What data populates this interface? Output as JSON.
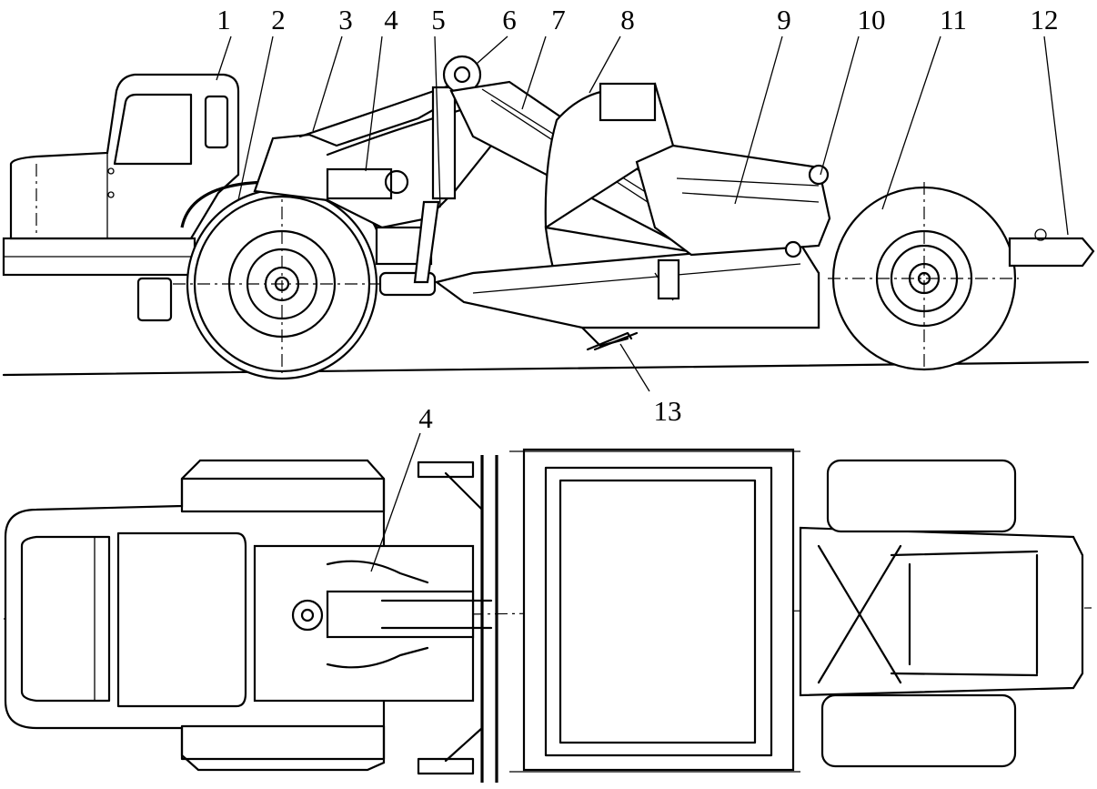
{
  "figure": {
    "callouts": {
      "side": [
        "1",
        "2",
        "3",
        "4",
        "5",
        "6",
        "7",
        "8",
        "9",
        "10",
        "11",
        "12"
      ],
      "bottom": "13",
      "top_view": "4"
    }
  }
}
